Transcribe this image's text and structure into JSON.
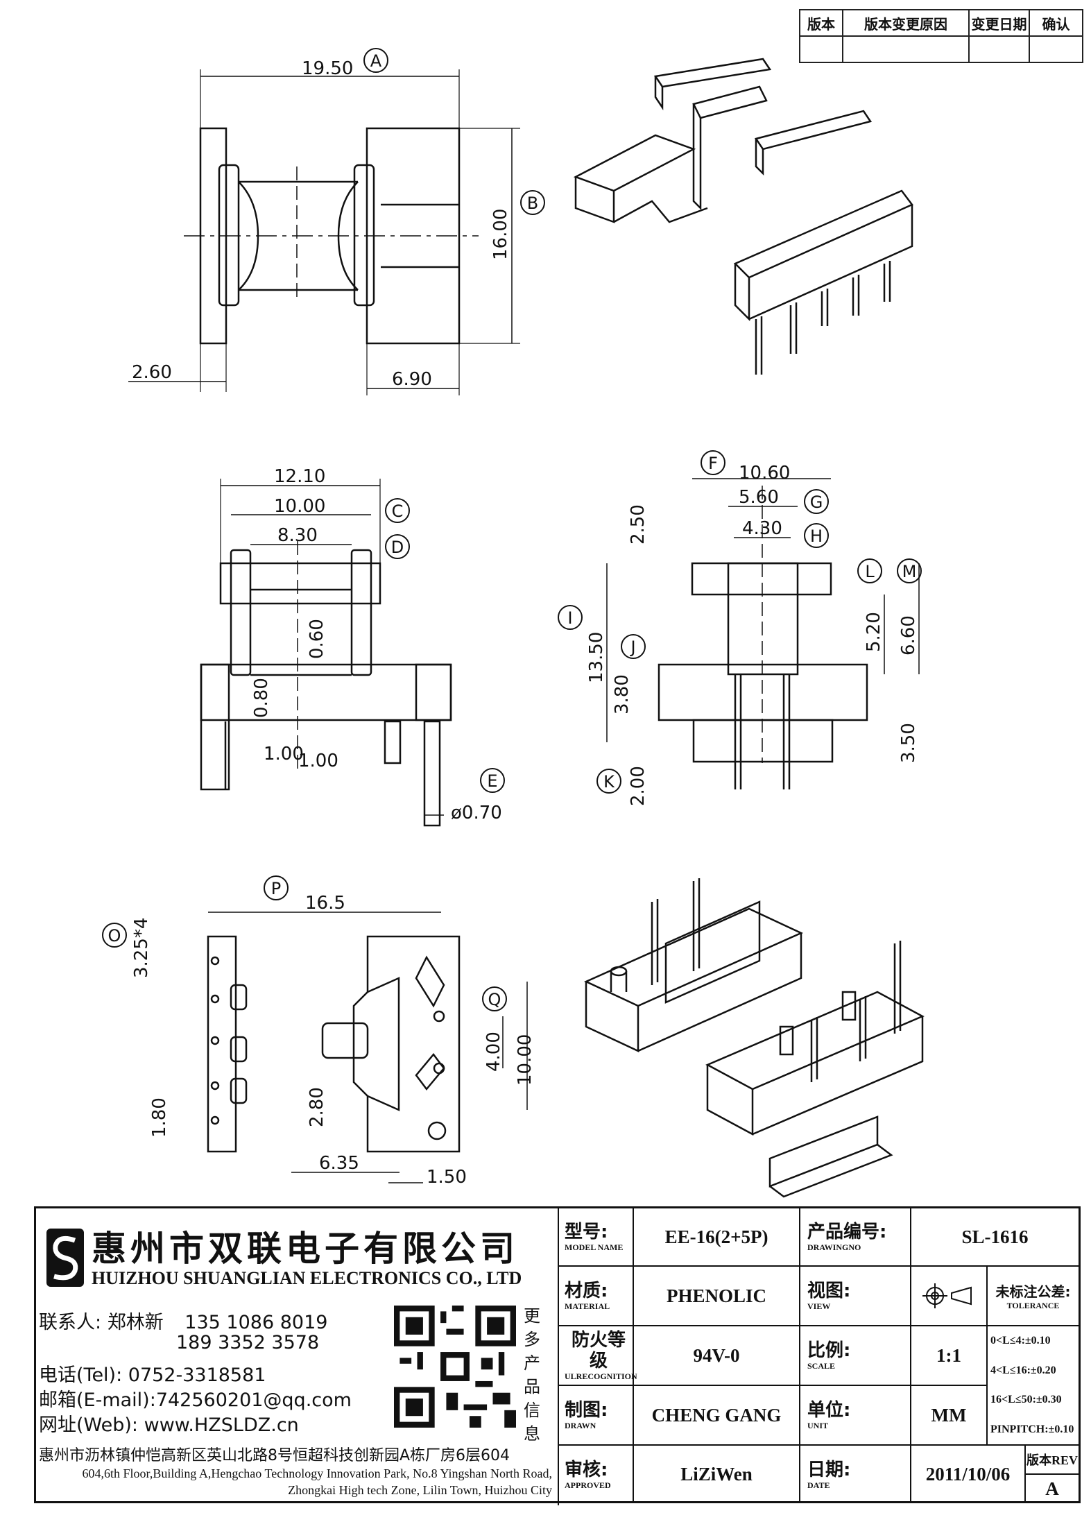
{
  "revision_table": {
    "headers": [
      "版本",
      "版本变更原因",
      "变更日期",
      "确认"
    ]
  },
  "dimensions": {
    "top_left": [
      "19.50",
      "16.00",
      "2.60",
      "6.90"
    ],
    "mid_left": [
      "12.10",
      "10.00",
      "8.30",
      "0.60",
      "0.80",
      "1.00",
      "1.00",
      "ø0.70"
    ],
    "mid_right": [
      "10.60",
      "5.60",
      "4.30",
      "2.50",
      "13.50",
      "3.80",
      "2.00",
      "5.20",
      "6.60",
      "3.50"
    ],
    "bottom_left": [
      "16.5",
      "3.25*4",
      "1.80",
      "2.80",
      "4.00",
      "10.00",
      "6.35",
      "1.50"
    ]
  },
  "callouts": [
    "A",
    "B",
    "C",
    "D",
    "E",
    "F",
    "G",
    "H",
    "I",
    "J",
    "K",
    "L",
    "M",
    "O",
    "P",
    "Q"
  ],
  "company": {
    "name_cn": "惠州市双联电子有限公司",
    "name_en": "HUIZHOU SHUANGLIAN ELECTRONICS CO., LTD",
    "contact_label": "联系人:",
    "contact_name": "郑林新",
    "phone1": "135 1086 8019",
    "phone2": "189 3352 3578",
    "tel": "电话(Tel): 0752-3318581",
    "email": "邮箱(E-mail):742560201@qq.com",
    "web": "网址(Web): www.HZSLDZ.cn",
    "more": [
      "更",
      "多",
      "产",
      "品",
      "信",
      "息"
    ],
    "address_cn": "惠州市沥林镇仲恺高新区英山北路8号恒超科技创新园A栋厂房6层604",
    "address_en": "604,6th Floor,Building A,Hengchao Technology Innovation Park, No.8 Yingshan North Road, Zhongkai High tech Zone, Lilin Town, Huizhou City"
  },
  "title_block": {
    "model_label": "型号:",
    "model_label_en": "MODEL NAME",
    "model": "EE-16(2+5P)",
    "drawing_label": "产品编号:",
    "drawing_label_en": "DRAWINGNO",
    "drawing_no": "SL-1616",
    "material_label": "材质:",
    "material_label_en": "MATERIAL",
    "material": "PHENOLIC",
    "view_label": "视图:",
    "view_label_en": "VIEW",
    "tolerance_label": "未标注公差:",
    "tolerance_label_en": "TOLERANCE",
    "tolerances": [
      "0<L≤4:±0.10",
      "4<L≤16:±0.20",
      "16<L≤50:±0.30",
      "PINPITCH:±0.10"
    ],
    "fire_label": "防火等级",
    "fire_label_en": "ULRECOGNITION",
    "fire_rating": "94V-0",
    "scale_label": "比例:",
    "scale_label_en": "SCALE",
    "scale": "1:1",
    "drawn_label": "制图:",
    "drawn_label_en": "DRAWN",
    "drawn": "CHENG GANG",
    "unit_label": "单位:",
    "unit_label_en": "UNIT",
    "unit": "MM",
    "approved_label": "审核:",
    "approved_label_en": "APPROVED",
    "approved": "LiZiWen",
    "date_label": "日期:",
    "date_label_en": "DATE",
    "date": "2011/10/06",
    "rev_label": "版本REV",
    "rev": "A"
  }
}
